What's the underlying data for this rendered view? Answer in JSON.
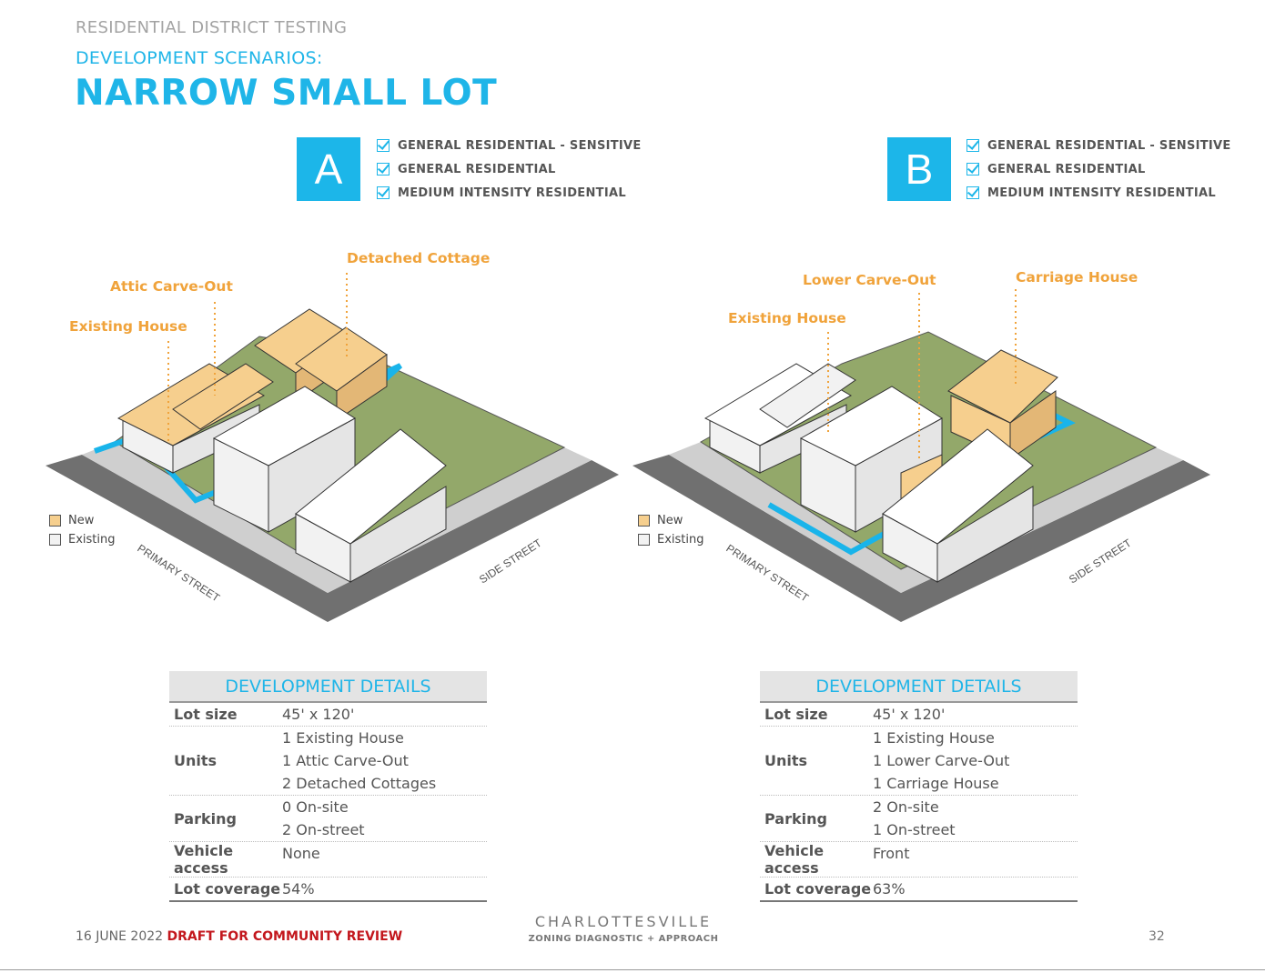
{
  "header": {
    "kicker": "RESIDENTIAL DISTRICT TESTING",
    "subtitle": "DEVELOPMENT SCENARIOS:",
    "title": "NARROW SMALL LOT"
  },
  "scenarios": [
    {
      "letter": "A",
      "checks": [
        "GENERAL RESIDENTIAL - SENSITIVE",
        "GENERAL RESIDENTIAL",
        "MEDIUM INTENSITY RESIDENTIAL"
      ],
      "labels": {
        "existing": "Existing House",
        "carve": "Attic Carve-Out",
        "new_unit": "Detached Cottage"
      },
      "streets": {
        "primary": "PRIMARY STREET",
        "side": "SIDE STREET"
      },
      "legend": {
        "new": "New",
        "existing": "Existing"
      },
      "details": {
        "heading": "DEVELOPMENT DETAILS",
        "rows": [
          {
            "key": "Lot size",
            "values": [
              "45' x 120'"
            ]
          },
          {
            "key": "Units",
            "values": [
              "1 Existing House",
              "1 Attic Carve-Out",
              "2 Detached Cottages"
            ]
          },
          {
            "key": "Parking",
            "values": [
              "0 On-site",
              "2 On-street"
            ]
          },
          {
            "key": "Vehicle access",
            "values": [
              "None"
            ]
          },
          {
            "key": "Lot coverage",
            "values": [
              "54%"
            ]
          }
        ]
      }
    },
    {
      "letter": "B",
      "checks": [
        "GENERAL RESIDENTIAL - SENSITIVE",
        "GENERAL RESIDENTIAL",
        "MEDIUM INTENSITY RESIDENTIAL"
      ],
      "labels": {
        "existing": "Existing House",
        "carve": "Lower Carve-Out",
        "new_unit": "Carriage House"
      },
      "streets": {
        "primary": "PRIMARY STREET",
        "side": "SIDE STREET"
      },
      "legend": {
        "new": "New",
        "existing": "Existing"
      },
      "details": {
        "heading": "DEVELOPMENT DETAILS",
        "rows": [
          {
            "key": "Lot size",
            "values": [
              "45' x 120'"
            ]
          },
          {
            "key": "Units",
            "values": [
              "1 Existing House",
              "1 Lower Carve-Out",
              "1 Carriage House"
            ]
          },
          {
            "key": "Parking",
            "values": [
              "2 On-site",
              "1 On-street"
            ]
          },
          {
            "key": "Vehicle access",
            "values": [
              "Front"
            ]
          },
          {
            "key": "Lot coverage",
            "values": [
              "63%"
            ]
          }
        ]
      }
    }
  ],
  "footer": {
    "date": "16 JUNE 2022",
    "draft": "DRAFT FOR COMMUNITY REVIEW",
    "brand": "CHARLOTTESVILLE",
    "brand_sub": "ZONING DIAGNOSTIC + APPROACH",
    "page": "32"
  },
  "colors": {
    "accent": "#1cb6e9",
    "new": "#f6cf8e",
    "existing": "#f2f2f2",
    "lawn": "#93a86a",
    "road": "#6f6f6f",
    "path": "#19b4ea",
    "label": "#f0a33b",
    "draft": "#c3171d"
  }
}
